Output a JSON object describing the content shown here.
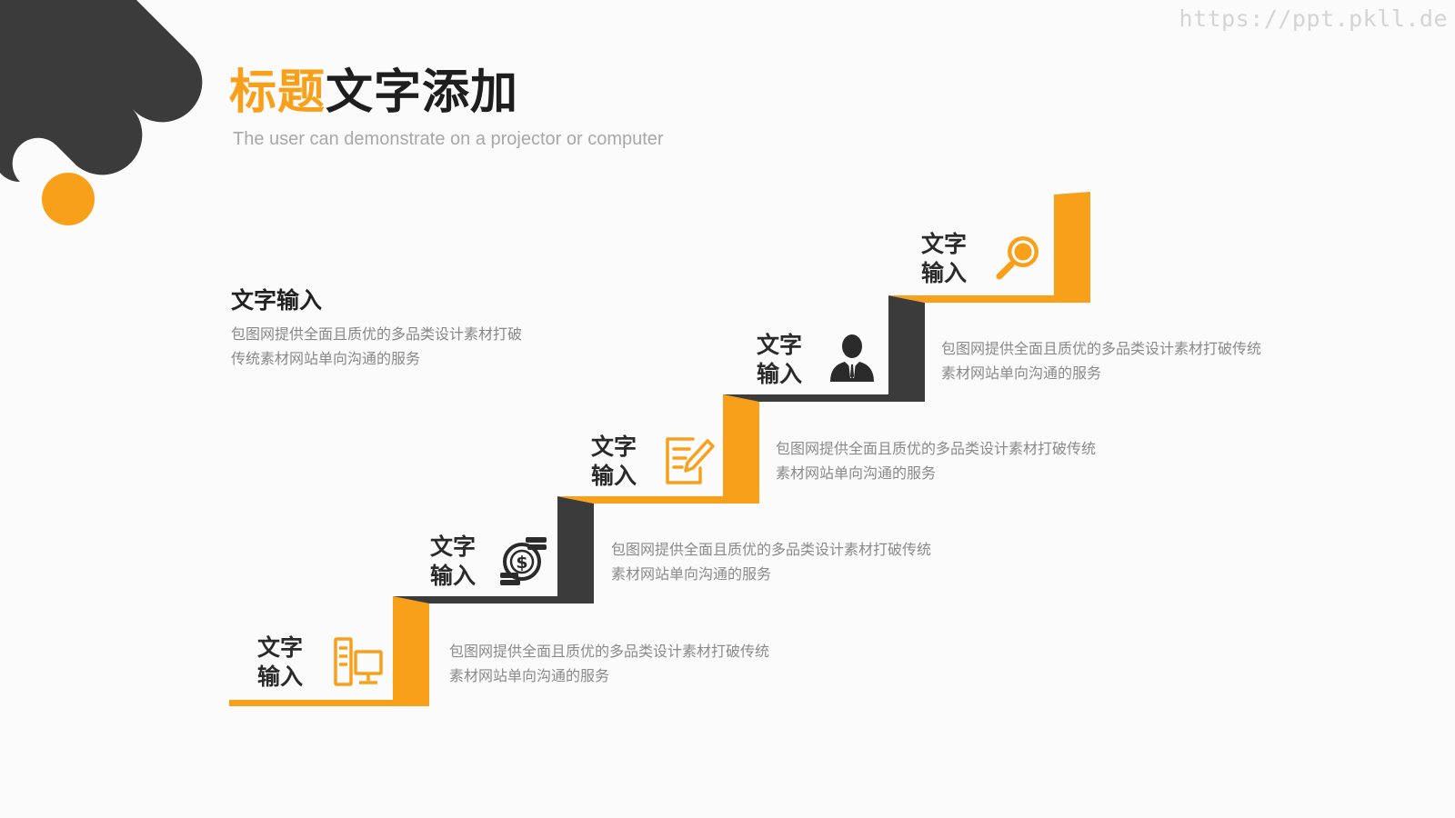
{
  "watermark": "https://ppt.pkll.de",
  "header": {
    "title_accent": "标题",
    "title_main": "文字添加",
    "subtitle": "The user can demonstrate on a projector or computer"
  },
  "intro": {
    "title": "文字输入",
    "description": "包图网提供全面且质优的多品类设计素材打破传统素材网站单向沟通的服务"
  },
  "steps": [
    {
      "label_line1": "文字",
      "label_line2": "输入",
      "icon": "computer-server-icon",
      "description": "包图网提供全面且质优的多品类设计素材打破传统素材网站单向沟通的服务"
    },
    {
      "label_line1": "文字",
      "label_line2": "输入",
      "icon": "money-coins-icon",
      "description": "包图网提供全面且质优的多品类设计素材打破传统素材网站单向沟通的服务"
    },
    {
      "label_line1": "文字",
      "label_line2": "输入",
      "icon": "edit-document-icon",
      "description": "包图网提供全面且质优的多品类设计素材打破传统素材网站单向沟通的服务"
    },
    {
      "label_line1": "文字",
      "label_line2": "输入",
      "icon": "businessman-icon",
      "description": "包图网提供全面且质优的多品类设计素材打破传统素材网站单向沟通的服务"
    },
    {
      "label_line1": "文字",
      "label_line2": "输入",
      "icon": "search-icon",
      "description": ""
    }
  ],
  "colors": {
    "accent": "#f9a01a",
    "dark": "#3b3b3b",
    "text": "#2a2a2a",
    "muted": "#8a8a8a"
  }
}
